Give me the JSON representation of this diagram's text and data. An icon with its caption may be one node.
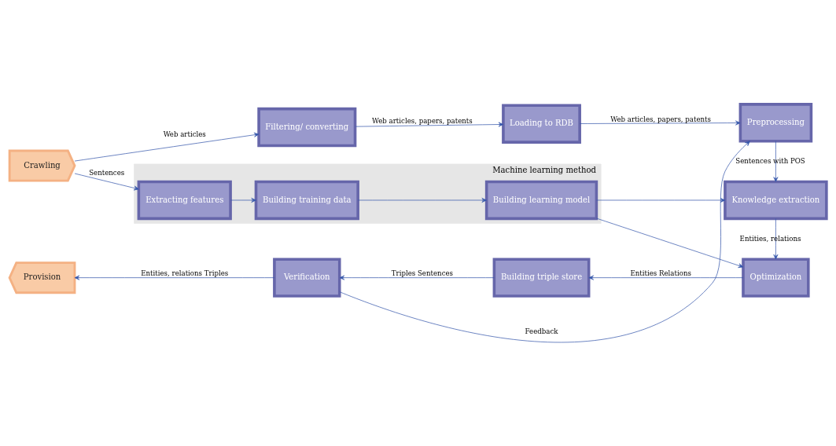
{
  "diagram": {
    "nodes": [
      {
        "text": [
          "Crawling"
        ]
      },
      {
        "text": [
          "Filtering/ converting"
        ]
      },
      {
        "text": [
          "Loading to RDB"
        ]
      },
      {
        "text": [
          "Preprocessing"
        ]
      },
      {
        "text": [
          "Machine learning method"
        ]
      },
      {
        "text": [
          "Extracting features"
        ],
        "in": 4
      },
      {
        "text": [
          "Building training data"
        ],
        "in": 4
      },
      {
        "text": [
          "Building learning model"
        ],
        "in": 4
      },
      {
        "text": [
          "Knowledge extraction"
        ]
      },
      {
        "text": [
          "Optimization"
        ]
      },
      {
        "text": [
          "Building triple store"
        ]
      },
      {
        "text": [
          "Verification"
        ]
      },
      {
        "text": [
          "Provision"
        ]
      }
    ],
    "edges": [
      {
        "from": 0,
        "to": 1,
        "arrow": "to",
        "label": "Web articles"
      },
      {
        "from": 1,
        "to": 2,
        "arrow": "to",
        "label": "Web articles, papers, patents"
      },
      {
        "from": 2,
        "to": 3,
        "arrow": "to",
        "label": "Web articles, papers, patents"
      },
      {
        "from": 0,
        "to": 5,
        "arrow": "to",
        "label": "Sentences"
      },
      {
        "from": 5,
        "to": 6,
        "arrow": "to"
      },
      {
        "from": 6,
        "to": 7,
        "arrow": "to"
      },
      {
        "from": 7,
        "to": 8,
        "arrow": "to"
      },
      {
        "from": 3,
        "to": 8,
        "arrow": "to",
        "label": "Sentences with POS"
      },
      {
        "from": 8,
        "to": 9,
        "arrow": "to",
        "label": "Entities, relations"
      },
      {
        "from": 7,
        "to": 9,
        "arrow": "to"
      },
      {
        "from": 9,
        "to": 10,
        "arrow": "to",
        "label": "Entities Relations"
      },
      {
        "from": 10,
        "to": 11,
        "arrow": "to",
        "label": "Triples Sentences"
      },
      {
        "from": 11,
        "to": 12,
        "arrow": "to",
        "label": "Entities, relations Triples"
      },
      {
        "from": 11,
        "to": 3,
        "arrow": "to",
        "label": "Feedback"
      }
    ]
  }
}
